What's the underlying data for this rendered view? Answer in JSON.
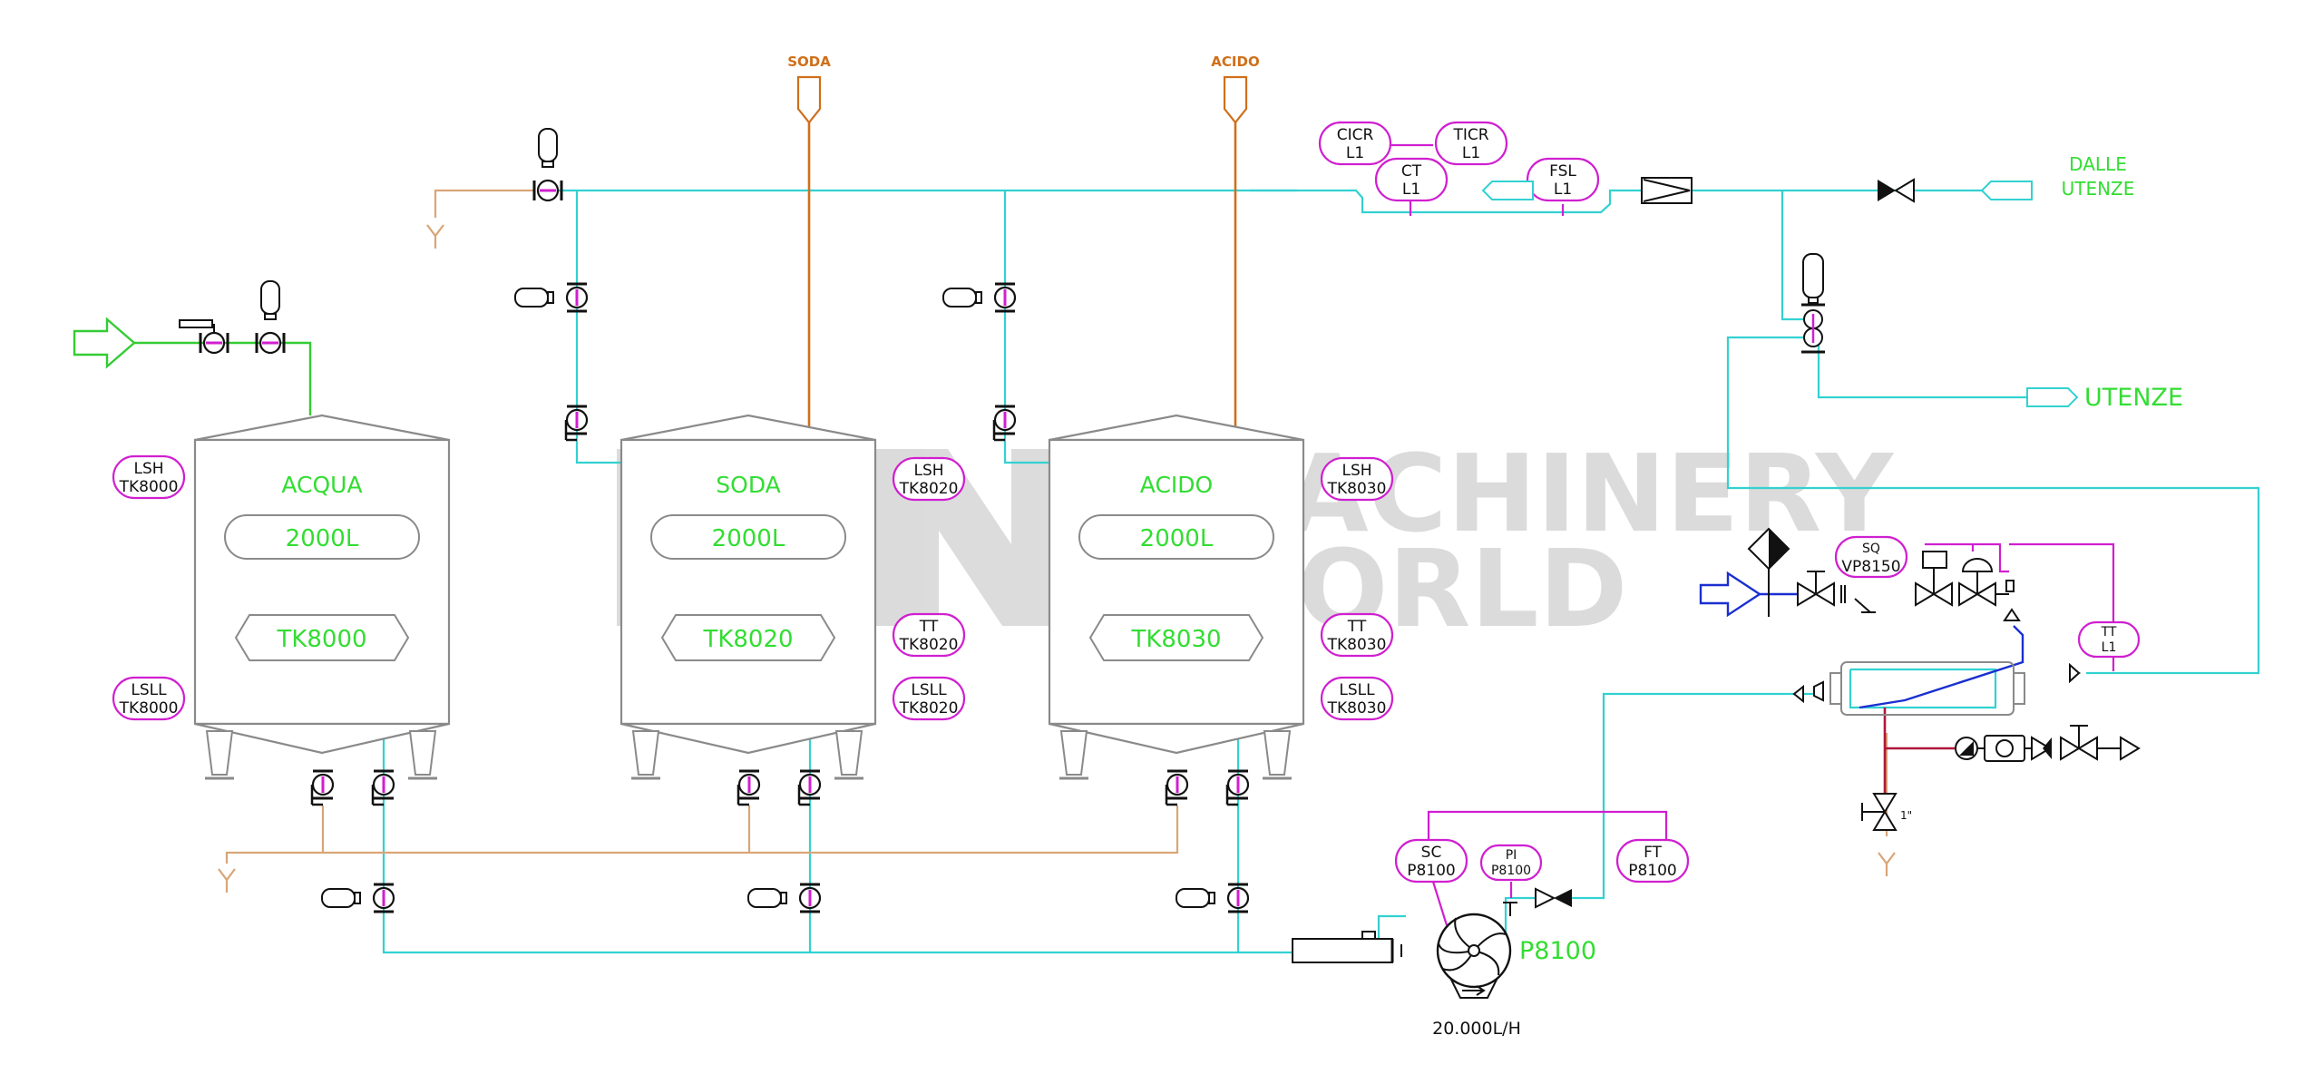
{
  "watermark": {
    "line1": "MACHINERY",
    "line2": "WORLD"
  },
  "chemical_inlets": [
    {
      "id": "soda_inlet",
      "label": "SODA"
    },
    {
      "id": "acido_inlet",
      "label": "ACIDO"
    }
  ],
  "tanks": [
    {
      "id": "tk8000",
      "name": "ACQUA",
      "volume": "2000L",
      "tag": "TK8000",
      "instruments": [
        {
          "line1": "LSH",
          "line2": "TK8000"
        },
        {
          "line1": "LSLL",
          "line2": "TK8000"
        }
      ]
    },
    {
      "id": "tk8020",
      "name": "SODA",
      "volume": "2000L",
      "tag": "TK8020",
      "instruments": [
        {
          "line1": "LSH",
          "line2": "TK8020"
        },
        {
          "line1": "TT",
          "line2": "TK8020"
        },
        {
          "line1": "LSLL",
          "line2": "TK8020"
        }
      ]
    },
    {
      "id": "tk8030",
      "name": "ACIDO",
      "volume": "2000L",
      "tag": "TK8030",
      "instruments": [
        {
          "line1": "LSH",
          "line2": "TK8030"
        },
        {
          "line1": "TT",
          "line2": "TK8030"
        },
        {
          "line1": "LSLL",
          "line2": "TK8030"
        }
      ]
    }
  ],
  "return_line": {
    "instruments": [
      {
        "line1": "CICR",
        "line2": "L1"
      },
      {
        "line1": "TICR",
        "line2": "L1"
      },
      {
        "line1": "CT",
        "line2": "L1"
      },
      {
        "line1": "FSL",
        "line2": "L1"
      }
    ],
    "from_users_label_1": "DALLE",
    "from_users_label_2": "UTENZE",
    "to_users_label": "UTENZE"
  },
  "heat_exchanger": {
    "instruments": [
      {
        "line1": "SQ",
        "line2": "VP8150"
      },
      {
        "line1": "TT",
        "line2": "L1"
      }
    ],
    "drain_size": "1\""
  },
  "pump": {
    "tag": "P8100",
    "capacity": "20.000L/H",
    "instruments": [
      {
        "line1": "SC",
        "line2": "P8100"
      },
      {
        "line1": "PI",
        "line2": "P8100"
      },
      {
        "line1": "FT",
        "line2": "P8100"
      }
    ]
  },
  "colors": {
    "supply_line": "#33d1d1",
    "signal_line": "#d01fd0",
    "drain_line": "#d9a577",
    "chemical_line": "#cf6f1a",
    "water_line": "#33cc33",
    "steam_line": "#1a2fd0",
    "condensate_line": "#b0173a",
    "label_green": "#33dd33",
    "tank_outline": "#8a8a8a"
  }
}
